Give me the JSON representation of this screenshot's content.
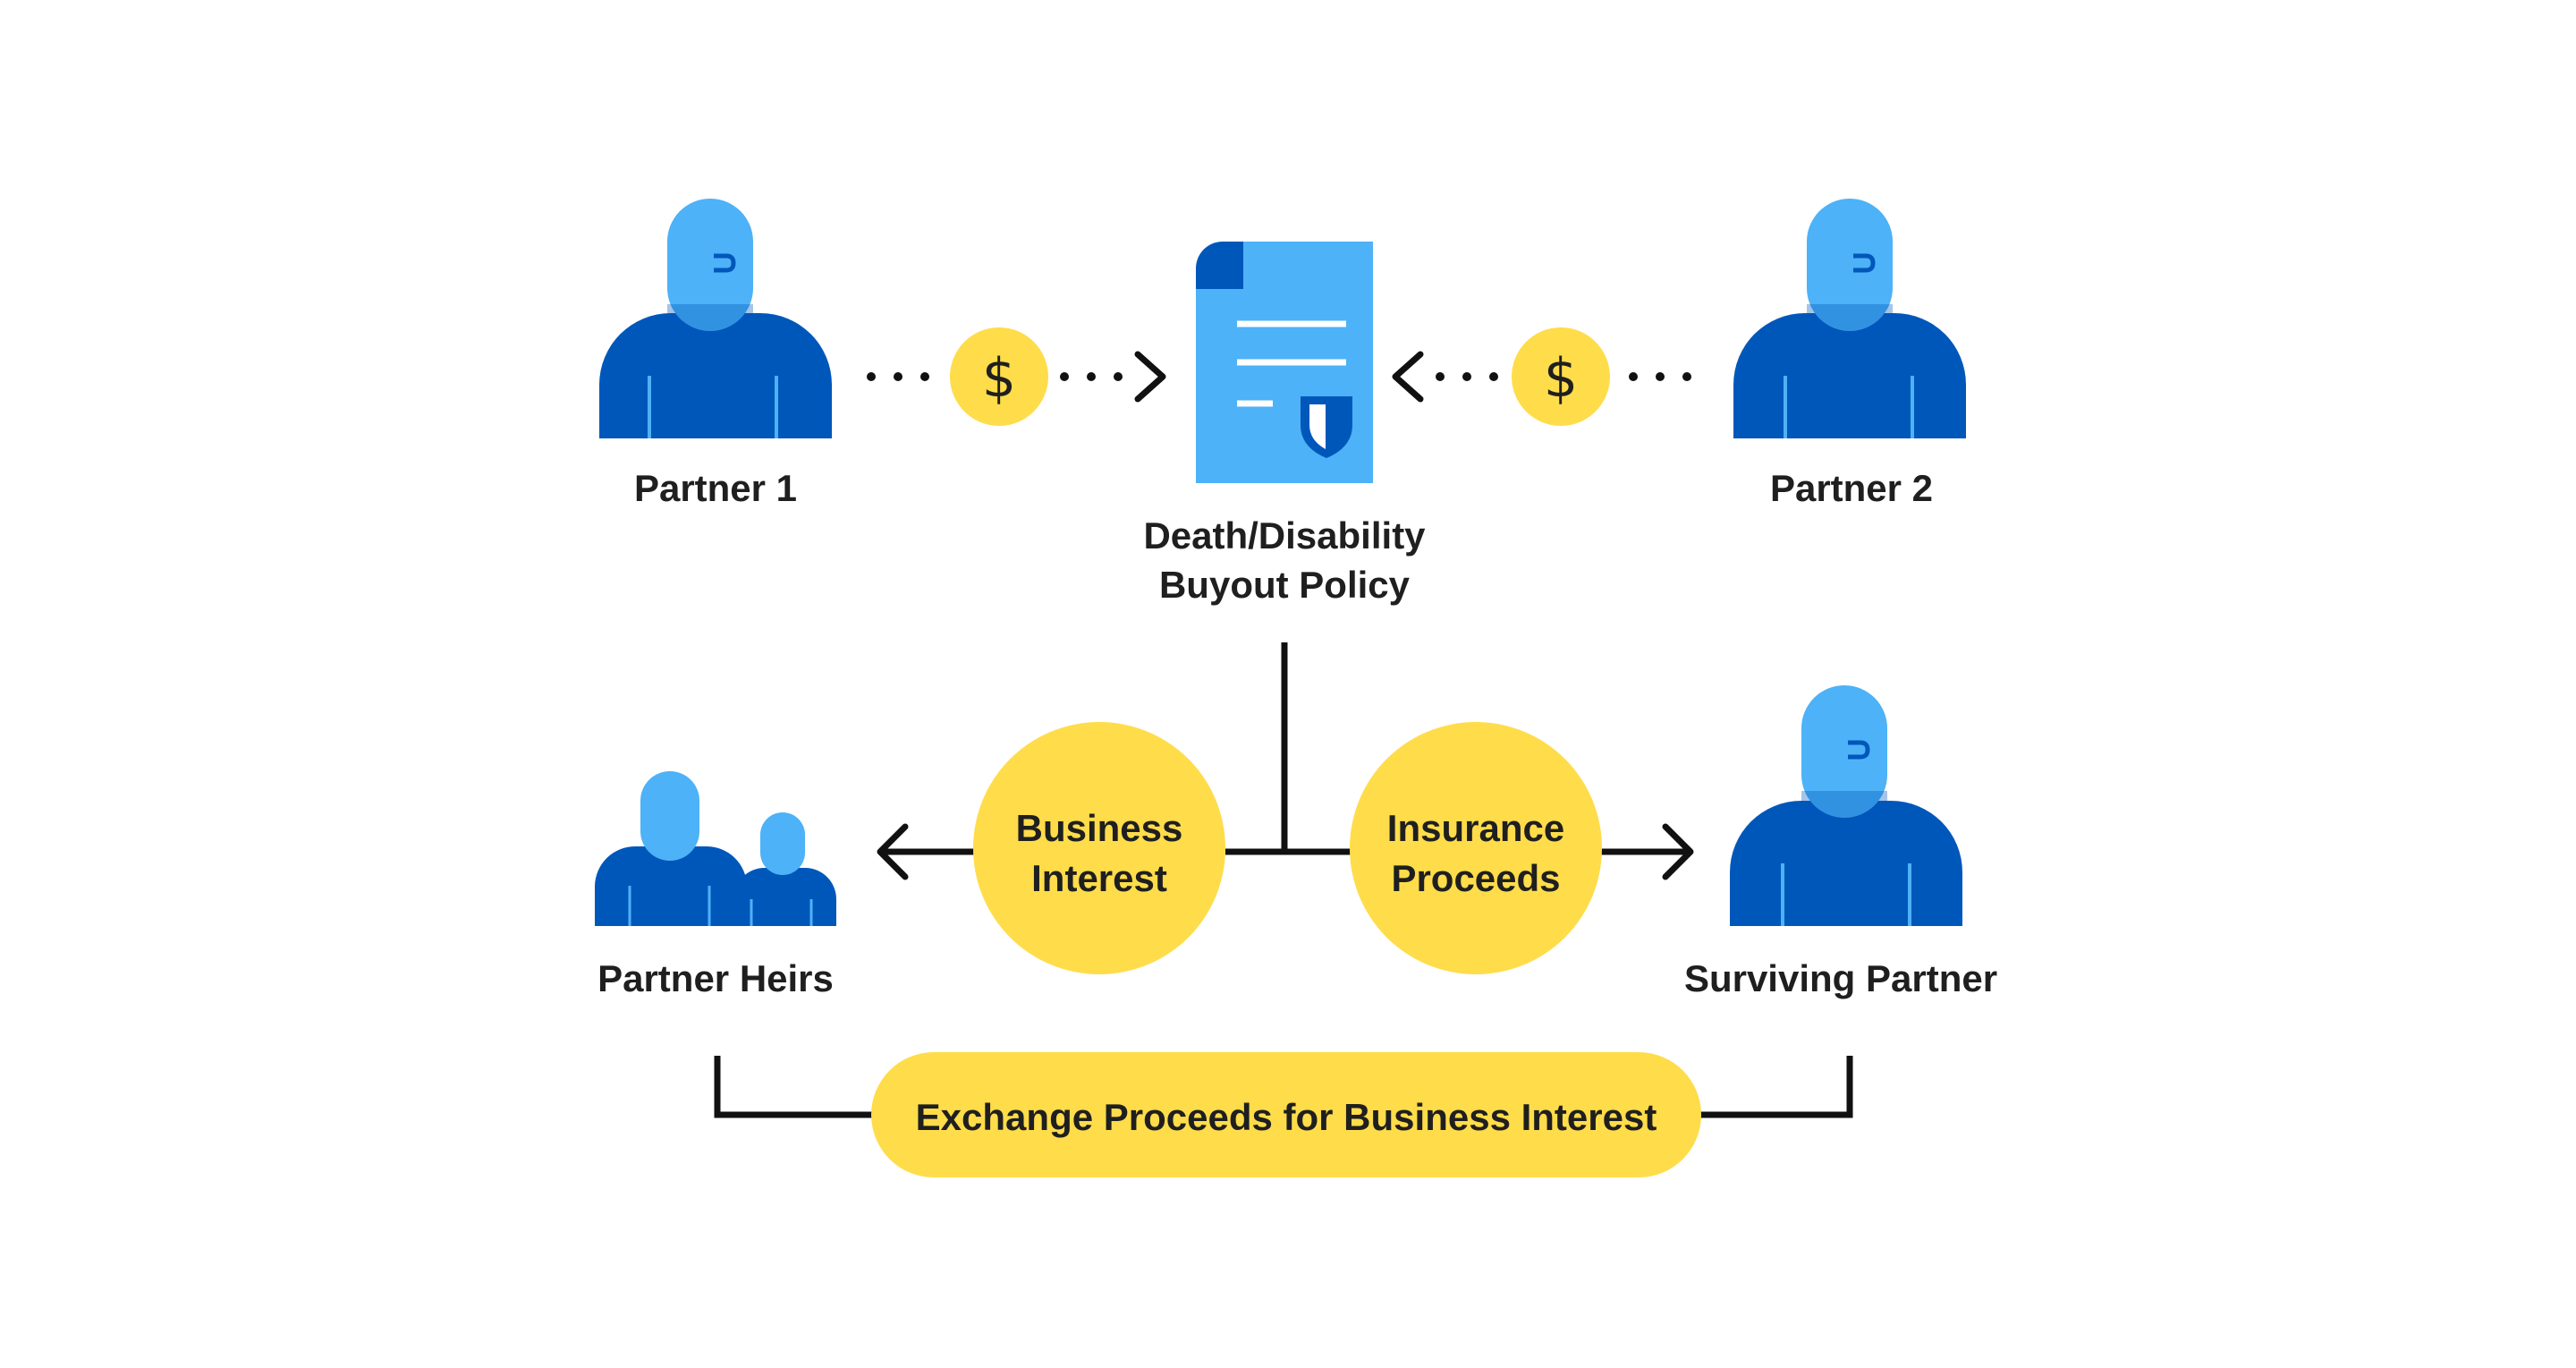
{
  "colors": {
    "body_dark": "#0057BA",
    "head_light": "#4DB2F7",
    "document": "#4DB2F7",
    "accent_yellow": "#FFDC4A",
    "line": "#111111",
    "background": "#FFFFFF"
  },
  "icons": {
    "partner": "person-icon",
    "policy": "document-shield-icon",
    "money": "dollar-coin-icon",
    "heirs": "family-icon"
  },
  "partner_1": {
    "label": "Partner 1"
  },
  "partner_2": {
    "label": "Partner 2"
  },
  "policy": {
    "line1": "Death/Disability",
    "line2": "Buyout Policy"
  },
  "payment": {
    "symbol": "$"
  },
  "business_interest": {
    "line1": "Business",
    "line2": "Interest"
  },
  "insurance_proceeds": {
    "line1": "Insurance",
    "line2": "Proceeds"
  },
  "heirs": {
    "label": "Partner Heirs"
  },
  "surviving": {
    "label": "Surviving Partner"
  },
  "exchange": {
    "label": "Exchange Proceeds for Business Interest"
  }
}
